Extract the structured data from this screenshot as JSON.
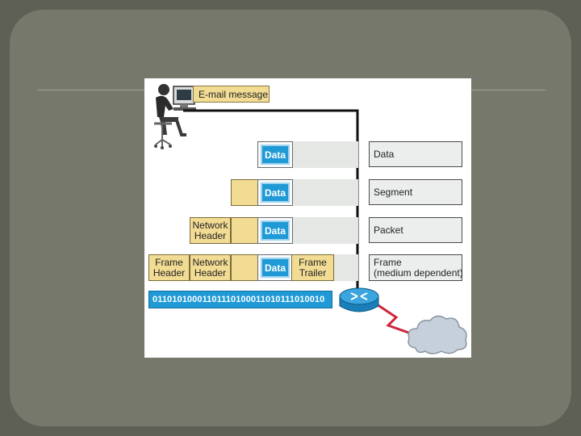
{
  "email_label": "E-mail message",
  "levels": [
    {
      "label": "Data"
    },
    {
      "label": "Segment"
    },
    {
      "label": "Packet"
    },
    {
      "label": "Frame\n(medium dependent)"
    }
  ],
  "data_box_text": "Data",
  "network_header": "Network\nHeader",
  "frame_header": "Frame\nHeader",
  "frame_trailer": "Frame\nTrailer",
  "bitstream": "01101010001101110100011010111010010",
  "colors": {
    "data": "#1f9ad6",
    "header": "#f2dc94",
    "strip": "#e4e7e3"
  },
  "icons": [
    "user-at-computer-icon",
    "router-icon",
    "network-cloud-icon"
  ]
}
